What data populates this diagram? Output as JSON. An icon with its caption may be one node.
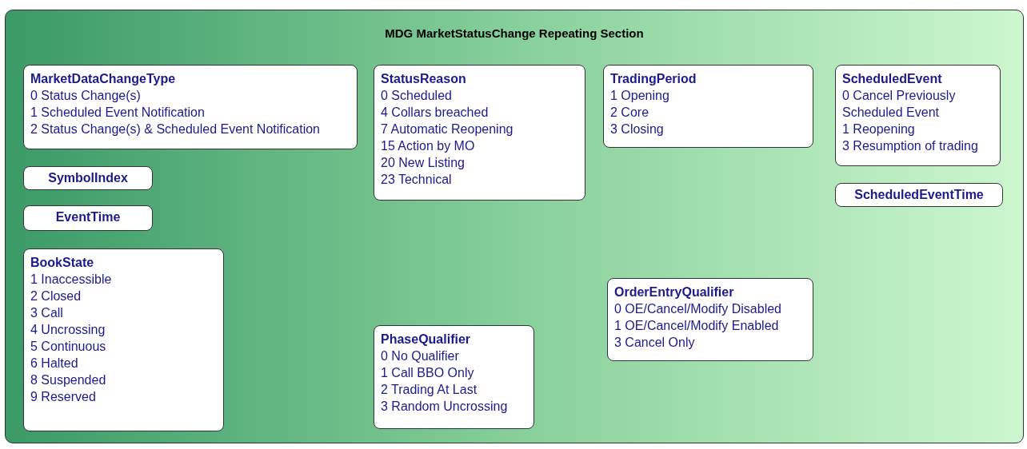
{
  "diagram": {
    "nodes": [
      {
        "text": [
          "MDG MarketStatusChange Repeating Section"
        ]
      },
      {
        "text": [
          "MarketDataChangeType",
          "0 Status Change(s)",
          "1 Scheduled Event Notification",
          "2 Status Change(s) & Scheduled Event Notification"
        ],
        "in": 0
      },
      {
        "text": [
          "StatusReason",
          "0 Scheduled",
          "4 Collars breached",
          "7 Automatic Reopening",
          "15 Action by MO",
          "20 New Listing",
          "23 Technical"
        ],
        "in": 0
      },
      {
        "text": [
          "TradingPeriod",
          "1 Opening",
          "2 Core",
          "3 Closing"
        ],
        "in": 0
      },
      {
        "text": [
          "ScheduledEvent",
          "0 Cancel Previously Scheduled Event",
          "1 Reopening",
          "3 Resumption of trading"
        ],
        "in": 0
      },
      {
        "text": [
          "SymbolIndex"
        ],
        "in": 0
      },
      {
        "text": [
          "ScheduledEventTime"
        ],
        "in": 0
      },
      {
        "text": [
          "EventTime"
        ],
        "in": 0
      },
      {
        "text": [
          "BookState",
          "1 Inaccessible",
          "2 Closed",
          "3 Call",
          "4 Uncrossing",
          "5 Continuous",
          "6  Halted",
          "8 Suspended",
          "9 Reserved"
        ],
        "in": 0
      },
      {
        "text": [
          "OrderEntryQualifier",
          "0 OE/Cancel/Modify Disabled",
          "1 OE/Cancel/Modify Enabled",
          "3 Cancel Only"
        ],
        "in": 0
      },
      {
        "text": [
          "PhaseQualifier",
          "0 No Qualifier",
          "1 Call BBO Only",
          "2 Trading At Last",
          "3 Random Uncrossing"
        ],
        "in": 0
      }
    ],
    "edges": []
  }
}
